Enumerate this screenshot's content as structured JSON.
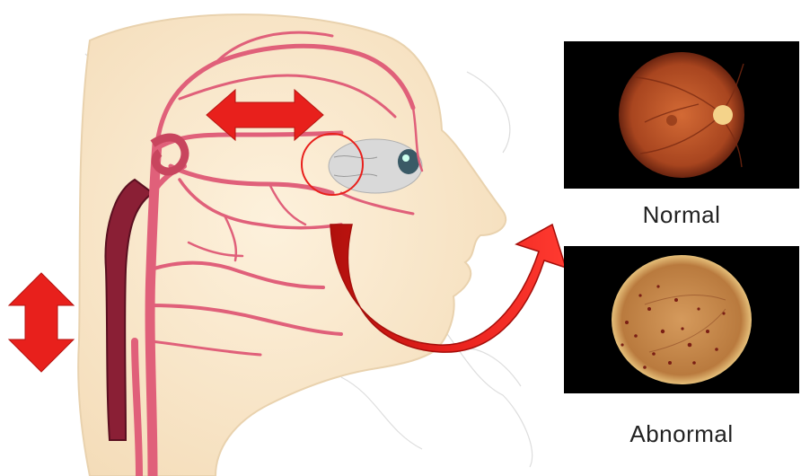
{
  "labels": {
    "normal": "Normal",
    "abnormal": "Abnormal"
  },
  "colors": {
    "arrow_red": "#e8201c",
    "artery_pink": "#e0607a",
    "vein_dark": "#8a1f35",
    "skin": "#fbe9cf",
    "fundus_normal": "#c25a2a",
    "fundus_abnormal": "#c98a4a"
  },
  "icons": [
    "double-arrow-horizontal",
    "double-arrow-vertical",
    "curved-arrow"
  ]
}
